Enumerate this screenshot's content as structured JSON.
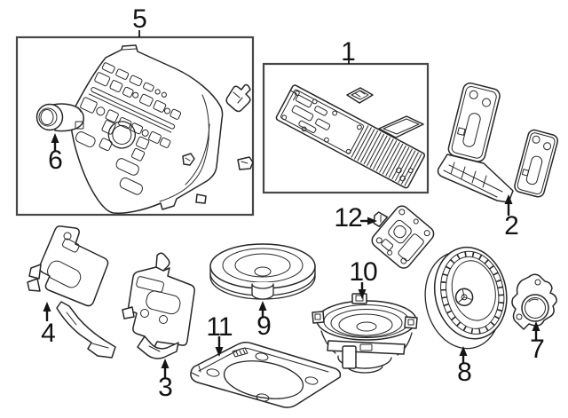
{
  "diagram": {
    "type": "exploded-parts-diagram",
    "subject": "vehicle audio system components",
    "colors": {
      "background": "#ffffff",
      "line": "#262626",
      "group_box_border": "#474747",
      "arrow": "#141414",
      "label": "#121212"
    },
    "callouts": [
      {
        "number": "1",
        "part": "radio-tuner-unit"
      },
      {
        "number": "2",
        "part": "radio-mounting-bracket-u"
      },
      {
        "number": "3",
        "part": "radio-side-bracket-right"
      },
      {
        "number": "4",
        "part": "radio-side-bracket-left"
      },
      {
        "number": "5",
        "part": "audio-control-panel-assembly"
      },
      {
        "number": "6",
        "part": "control-knob"
      },
      {
        "number": "7",
        "part": "tweeter-speaker"
      },
      {
        "number": "8",
        "part": "door-speaker"
      },
      {
        "number": "9",
        "part": "center-speaker-disc"
      },
      {
        "number": "10",
        "part": "front-door-woofer"
      },
      {
        "number": "11",
        "part": "speaker-mounting-plate"
      },
      {
        "number": "12",
        "part": "amplifier-bracket"
      }
    ]
  }
}
